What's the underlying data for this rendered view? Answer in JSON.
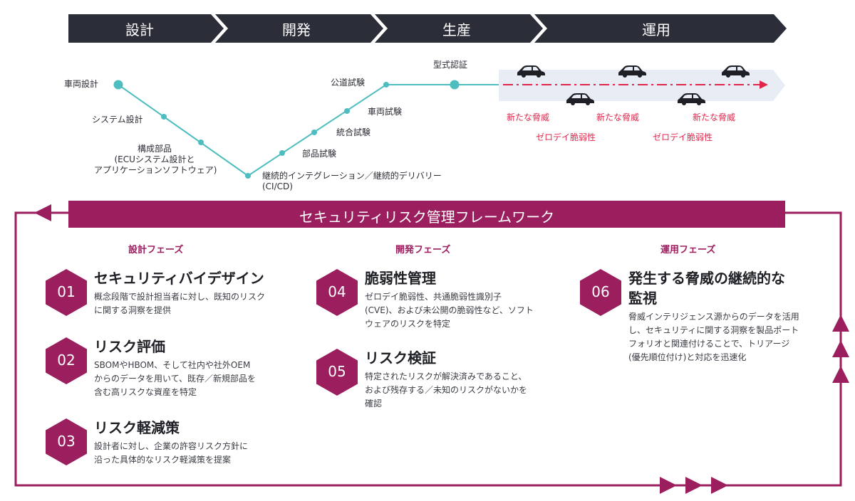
{
  "phases": {
    "design": "設計",
    "development": "開発",
    "production": "生産",
    "operation": "運用"
  },
  "vmodel": {
    "vehicle_design": "車両設計",
    "system_design": "システム設計",
    "component_line1": "構成部品",
    "component_line2": "(ECUシステム設計と",
    "component_line3": "アプリケーションソフトウェア)",
    "cicd_line1": "継続的インテグレーション／継続的デリバリー",
    "cicd_line2": "(CI/CD)",
    "parts_test": "部品試験",
    "integration_test": "統合試験",
    "vehicle_test": "車両試験",
    "road_test": "公道試験",
    "type_approval": "型式認証"
  },
  "threats": {
    "new_threat": "新たな脅威",
    "zero_day": "ゼロデイ脆弱性"
  },
  "framework": {
    "title": "セキュリティリスク管理フレームワーク",
    "design_phase": "設計フェーズ",
    "dev_phase": "開発フェーズ",
    "ops_phase": "運用フェーズ"
  },
  "steps": [
    {
      "num": "01",
      "title": "セキュリティバイデザイン",
      "desc1": "概念段階で設計担当者に対し、既知のリスク",
      "desc2": "に関する洞察を提供"
    },
    {
      "num": "02",
      "title": "リスク評価",
      "desc1": "SBOMやHBOM、そして社内や社外OEM",
      "desc2": "からのデータを用いて、既存／新規部品を",
      "desc3": "含む高リスクな資産を特定"
    },
    {
      "num": "03",
      "title": "リスク軽減策",
      "desc1": "設計者に対し、企業の許容リスク方針に",
      "desc2": "沿った具体的なリスク軽減策を提案"
    },
    {
      "num": "04",
      "title": "脆弱性管理",
      "desc1": "ゼロデイ脆弱性、共通脆弱性識別子",
      "desc2": "(CVE)、および未公開の脆弱性など、ソフト",
      "desc3": "ウェアのリスクを特定"
    },
    {
      "num": "05",
      "title": "リスク検証",
      "desc1": "特定されたリスクが解決済みであること、",
      "desc2": "および残存する／未知のリスクがないかを",
      "desc3": "確認"
    },
    {
      "num": "06",
      "title1": "発生する脅威の継続的な",
      "title2": "監視",
      "desc1": "脅威インテリジェンス源からのデータを活用",
      "desc2": "し、セキュリティに関する洞察を製品ポート",
      "desc3": "フォリオと関連付けることで、トリアージ",
      "desc4": "(優先順位付け)と対応を迅速化"
    }
  ],
  "colors": {
    "chevron": "#2b2d38",
    "accent": "#9b1f5f",
    "teal": "#4dbdbf",
    "threat": "#e0264b",
    "band": "#e7ecf5"
  }
}
